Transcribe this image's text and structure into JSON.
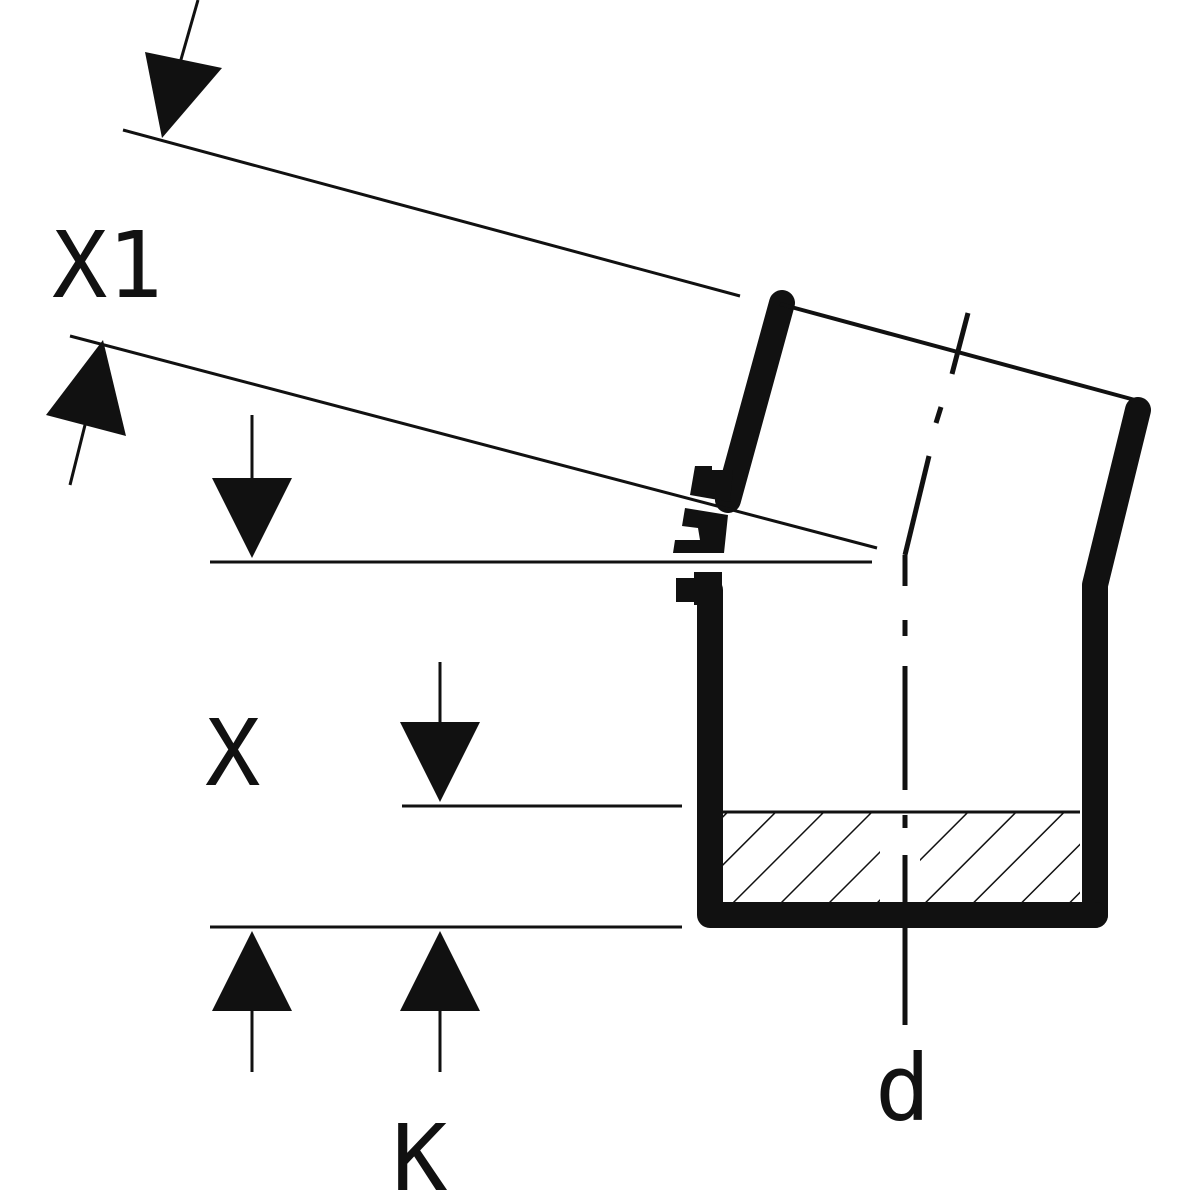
{
  "labels": {
    "x1": "X1",
    "x": "X",
    "k": "K",
    "d": "d"
  },
  "colors": {
    "ink": "#111111",
    "background": "#ffffff"
  }
}
